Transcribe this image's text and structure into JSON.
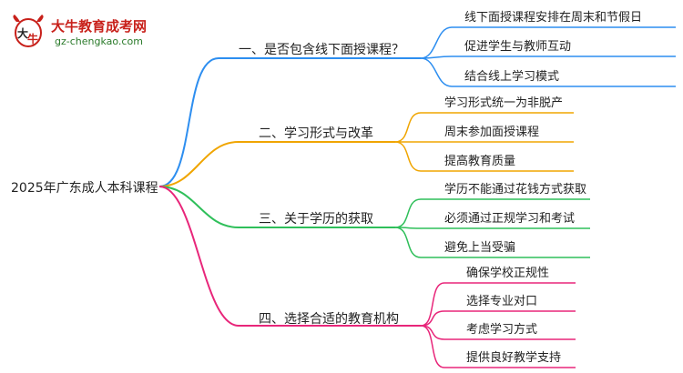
{
  "logo": {
    "title": "大牛教育成考网",
    "url": "gz-chengkao.com"
  },
  "root": "2025年广东成人本科课程",
  "branches": [
    {
      "label": "一、是否包含线下面授课程？",
      "color": "#2d8ef0",
      "leaves": [
        "线下面授课程安排在周末和节假日",
        "促进学生与教师互动",
        "结合线上学习模式"
      ]
    },
    {
      "label": "二、学习形式与改革",
      "color": "#f0a500",
      "leaves": [
        "学习形式统一为非脱产",
        "周末参加面授课程",
        "提高教育质量"
      ]
    },
    {
      "label": "三、关于学历的获取",
      "color": "#2fbf5a",
      "leaves": [
        "学历不能通过花钱方式获取",
        "必须通过正规学习和考试",
        "避免上当受骗"
      ]
    },
    {
      "label": "四、选择合适的教育机构",
      "color": "#e8267a",
      "leaves": [
        "确保学校正规性",
        "选择专业对口",
        "考虑学习方式",
        "提供良好教学支持"
      ]
    }
  ]
}
